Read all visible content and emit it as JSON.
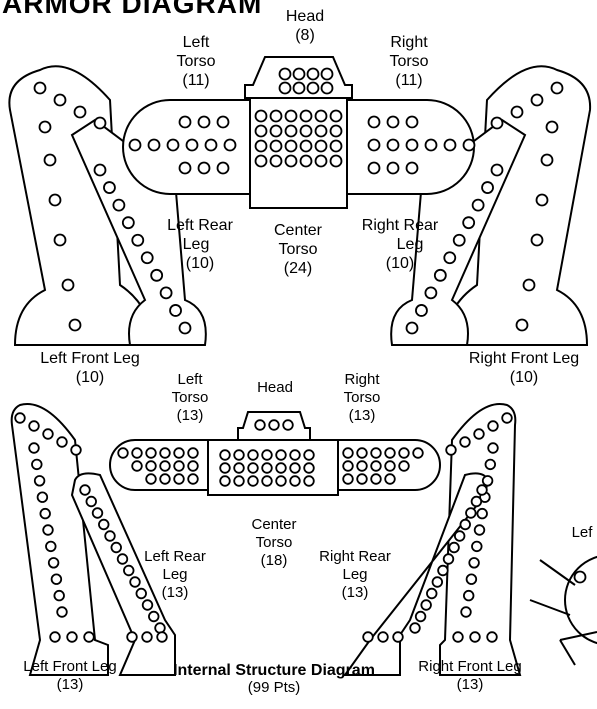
{
  "header": {
    "title": "ARMOR DIAGRAM"
  },
  "armor": {
    "head": {
      "name": "Head",
      "value": "(8)"
    },
    "left_torso": {
      "name_line1": "Left",
      "name_line2": "Torso",
      "value": "(11)"
    },
    "right_torso": {
      "name_line1": "Right",
      "name_line2": "Torso",
      "value": "(11)"
    },
    "center_torso": {
      "name_line1": "Center",
      "name_line2": "Torso",
      "value": "(24)"
    },
    "left_rear_leg": {
      "name_line1": "Left Rear",
      "name_line2": "Leg",
      "value": "(10)"
    },
    "right_rear_leg": {
      "name_line1": "Right Rear",
      "name_line2": "Leg",
      "value": "(10)"
    },
    "left_front_leg": {
      "name": "Left Front Leg",
      "value": "(10)"
    },
    "right_front_leg": {
      "name": "Right Front Leg",
      "value": "(10)"
    }
  },
  "internal": {
    "head": {
      "name": "Head"
    },
    "left_torso": {
      "name_line1": "Left",
      "name_line2": "Torso",
      "value": "(13)"
    },
    "right_torso": {
      "name_line1": "Right",
      "name_line2": "Torso",
      "value": "(13)"
    },
    "center_torso": {
      "name_line1": "Center",
      "name_line2": "Torso",
      "value": "(18)"
    },
    "left_rear_leg": {
      "name_line1": "Left Rear",
      "name_line2": "Leg",
      "value": "(13)"
    },
    "right_rear_leg": {
      "name_line1": "Right Rear",
      "name_line2": "Leg",
      "value": "(13)"
    },
    "left_front_leg": {
      "name": "Left Front Leg",
      "value": "(13)"
    },
    "right_front_leg": {
      "name": "Right Front Leg",
      "value": "(13)"
    },
    "title": "Internal Structure Diagram",
    "subtitle": "(99 Pts)"
  },
  "partial": {
    "label": "Lef"
  }
}
